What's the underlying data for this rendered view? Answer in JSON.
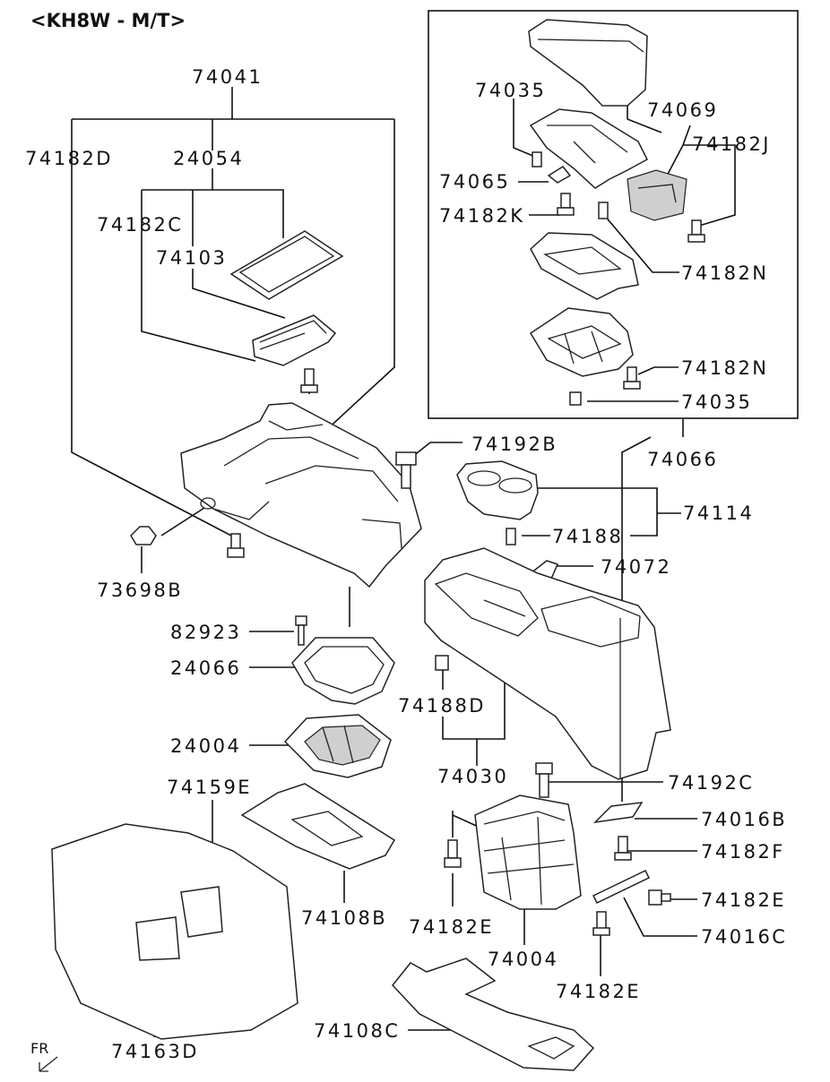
{
  "header": "<KH8W - M/T>",
  "fr_mark": "FR",
  "labels": {
    "p74041": "74041",
    "p74182D": "74182D",
    "p24054": "24054",
    "p74182C": "74182C",
    "p74103": "74103",
    "p74035_top": "74035",
    "p74069": "74069",
    "p74182J": "74182J",
    "p74065": "74065",
    "p74182K": "74182K",
    "p74182N_a": "74182N",
    "p74182N_b": "74182N",
    "p74035_bot": "74035",
    "p74066": "74066",
    "p74192B": "74192B",
    "p74114": "74114",
    "p74188": "74188",
    "p74072": "74072",
    "p73698B": "73698B",
    "p82923": "82923",
    "p24066": "24066",
    "p74188D": "74188D",
    "p24004": "24004",
    "p74030": "74030",
    "p74192C": "74192C",
    "p74159E": "74159E",
    "p74016B": "74016B",
    "p74182F": "74182F",
    "p74182E_a": "74182E",
    "p74108B": "74108B",
    "p74182E_b": "74182E",
    "p74016C": "74016C",
    "p74004": "74004",
    "p74182E_c": "74182E",
    "p74108C": "74108C",
    "p74163D": "74163D"
  }
}
